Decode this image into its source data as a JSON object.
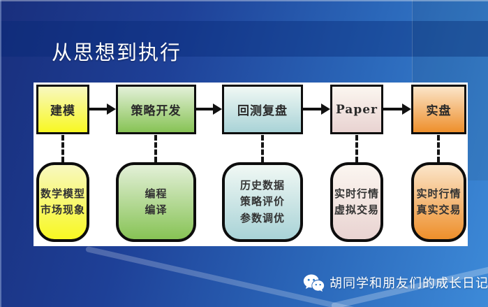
{
  "slide": {
    "title": "从思想到执行",
    "background": {
      "navy": "#192f7d",
      "bright_blue": "#3d8ad8",
      "title_band": "#1253b0",
      "panel": "#ffffff"
    }
  },
  "flowchart": {
    "arrow_color": "#111111",
    "stages": [
      {
        "stage_label": "建模",
        "detail": "数学模型\n市场现象",
        "color_top": "#f8f8c0",
        "color_bottom": "#f8f822"
      },
      {
        "stage_label": "策略开发",
        "detail": "编程\n编译",
        "color_top": "#e3f0d8",
        "color_bottom": "#87c355"
      },
      {
        "stage_label": "回测复盘",
        "detail": "历史数据\n策略评价\n参数调优",
        "color_top": "#f0f8f4",
        "color_bottom": "#a9d3d7"
      },
      {
        "stage_label": "Paper",
        "detail": "实时行情\n虚拟交易",
        "color_top": "#fbf6f0",
        "color_bottom": "#e9d3d1"
      },
      {
        "stage_label": "实盘",
        "detail": "实时行情\n真实交易",
        "color_top": "#fbe5c9",
        "color_bottom": "#ee8f2b"
      }
    ]
  },
  "watermark": {
    "text": "胡同学和朋友们的成长日记",
    "icon": "wechat-icon"
  }
}
